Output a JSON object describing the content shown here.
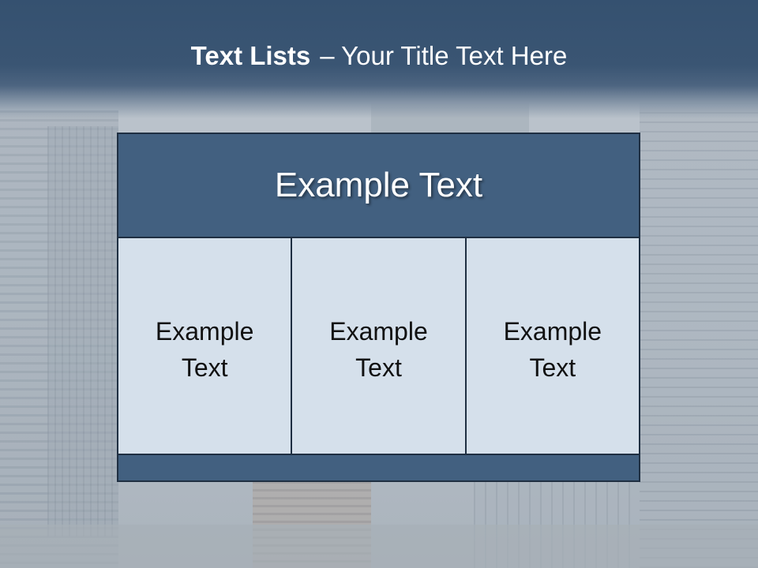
{
  "slide": {
    "title_bold": "Text Lists",
    "title_rest": "– Your Title Text Here"
  },
  "table": {
    "header": "Example Text",
    "cells": [
      {
        "label": "Example Text"
      },
      {
        "label": "Example Text"
      },
      {
        "label": "Example Text"
      }
    ]
  },
  "colors": {
    "header_band": "#355170",
    "table_blue": "#426080",
    "cell_fill": "#d5e0eb",
    "border": "#1f2f42"
  }
}
